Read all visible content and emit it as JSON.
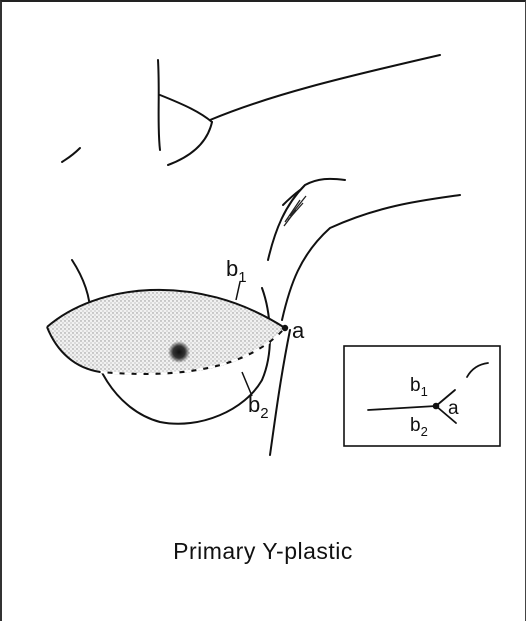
{
  "labels": {
    "b1": "b",
    "b1_sub": "1",
    "b2": "b",
    "b2_sub": "2",
    "a": "a",
    "inset_b1": "b",
    "inset_b1_sub": "1",
    "inset_b2": "b",
    "inset_b2_sub": "2",
    "inset_a": "a"
  },
  "caption": "Primary Y-plastic",
  "colors": {
    "ink": "#111111",
    "shading": "#c8c8c8"
  }
}
